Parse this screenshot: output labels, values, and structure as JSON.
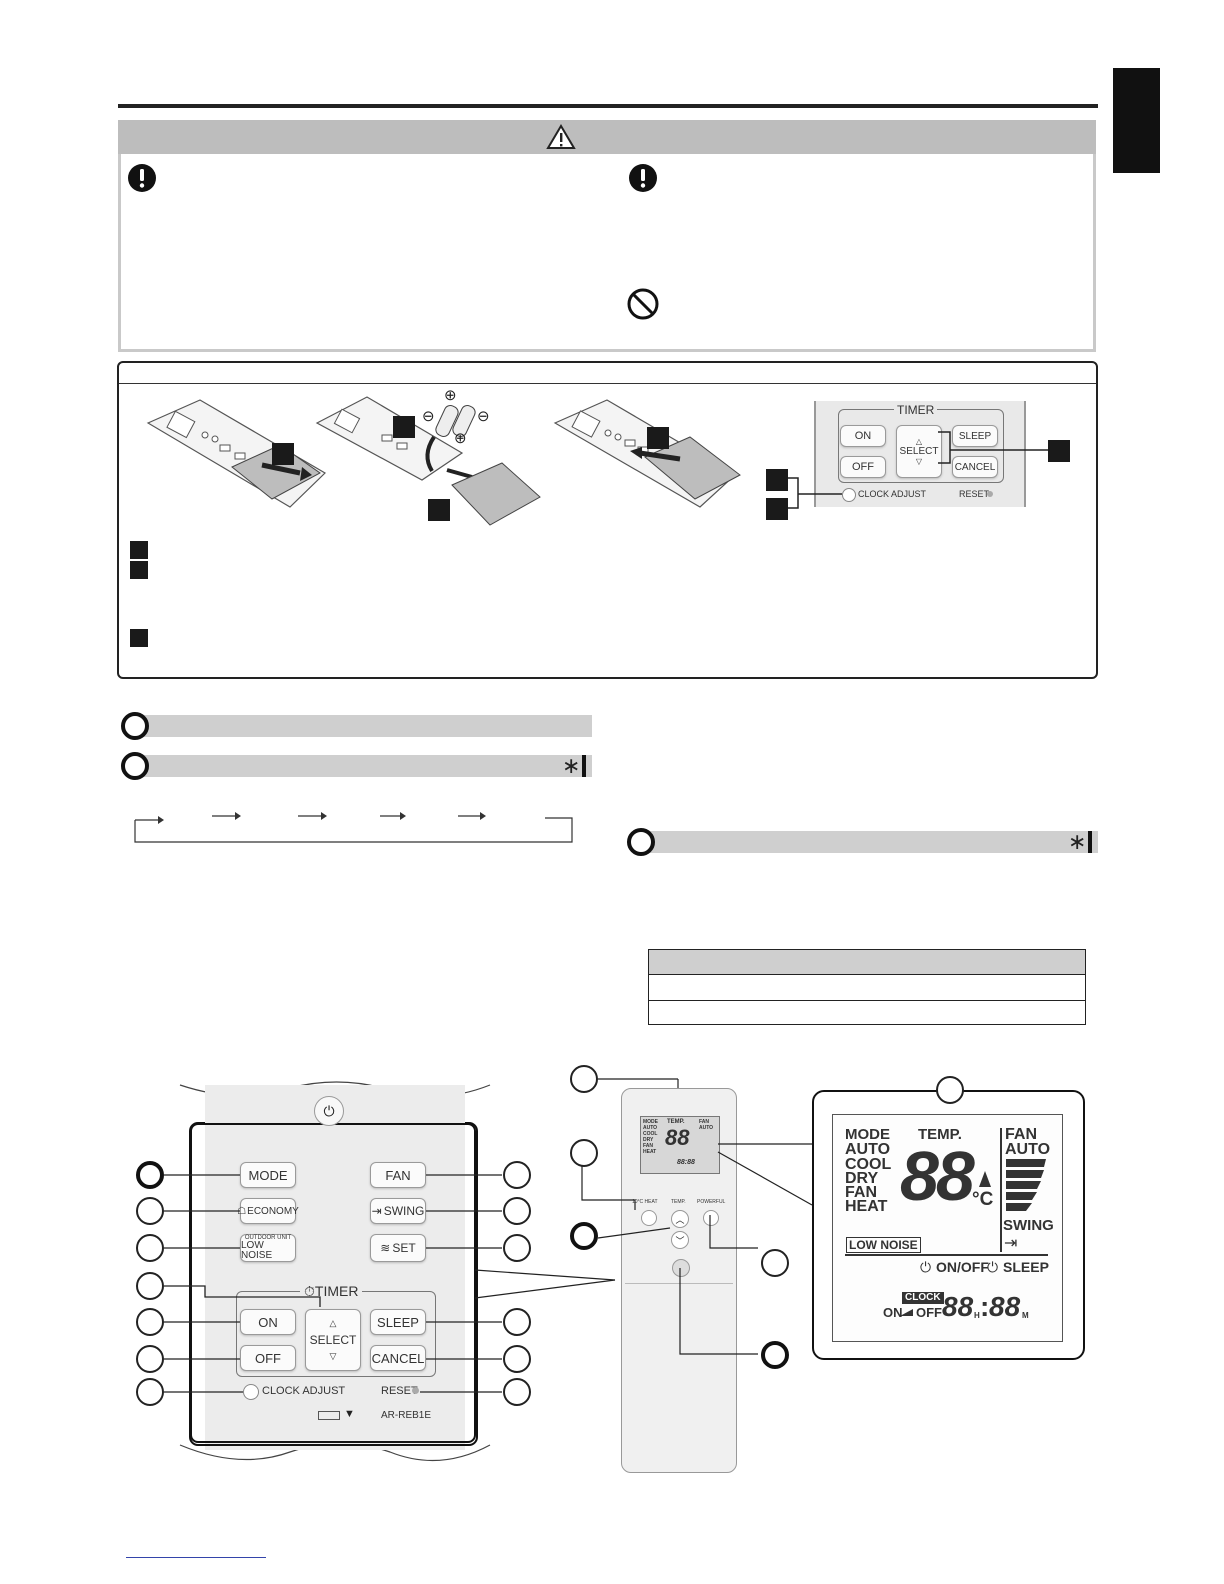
{
  "timer_panel": {
    "timer_title": "TIMER",
    "on": "ON",
    "off": "OFF",
    "select": "SELECT",
    "sleep": "SLEEP",
    "cancel": "CANCEL",
    "clock_adjust": "CLOCK ADJUST",
    "reset": "RESET"
  },
  "remote_front": {
    "mode": "MODE",
    "fan": "FAN",
    "economy": "ECONOMY",
    "swing": "SWING",
    "outdoor_unit": "OUTDOOR UNIT",
    "low_noise": "LOW NOISE",
    "set": "SET",
    "timer_title": "TIMER",
    "on": "ON",
    "off": "OFF",
    "select": "SELECT",
    "sleep": "SLEEP",
    "cancel": "CANCEL",
    "clock_adjust": "CLOCK ADJUST",
    "reset": "RESET",
    "model": "AR-REB1E"
  },
  "remote_side": {
    "heat_label": "10°C HEAT",
    "temp_label": "TEMP.",
    "powerful_label": "POWERFUL"
  },
  "lcd": {
    "mode": "MODE",
    "auto": "AUTO",
    "cool": "COOL",
    "dry": "DRY",
    "fan_mode": "FAN",
    "heat": "HEAT",
    "temp": "TEMP.",
    "digits": "88",
    "unit": "°C",
    "fan": "FAN",
    "fan_auto": "AUTO",
    "swing": "SWING",
    "low_noise": "LOW NOISE",
    "on_off": "ON/OFF",
    "sleep": "SLEEP",
    "clock": "CLOCK",
    "on": "ON",
    "off": "OFF",
    "time_h": "88",
    "h": "H",
    "time_m": "88",
    "m": "M"
  },
  "symbols": {
    "asterisk_1": "∗",
    "asterisk_2": "∗",
    "plus": "⊕",
    "minus": "⊖"
  }
}
